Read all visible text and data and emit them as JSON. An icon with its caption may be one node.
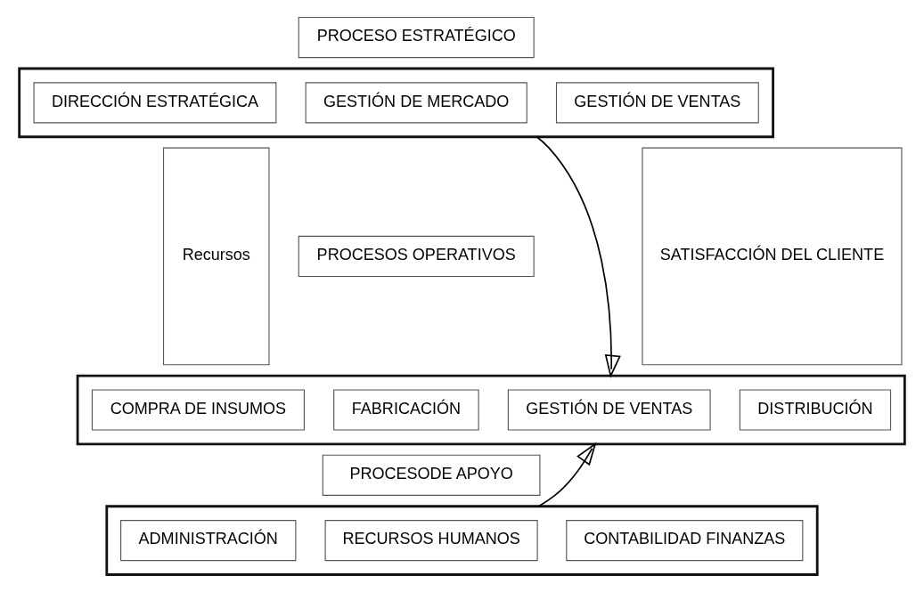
{
  "diagram": {
    "nodes": [
      {
        "text": [
          "Recursos"
        ]
      },
      {
        "text": [
          "PROCESO ESTRATÉGICO"
        ]
      },
      {
        "text": [],
        "shape": "box"
      },
      {
        "text": [
          "DIRECCIÓN ESTRATÉGICA"
        ],
        "in": 2
      },
      {
        "text": [
          "GESTIÓN DE MERCADO"
        ],
        "in": 2
      },
      {
        "text": [
          "GESTIÓN DE VENTAS"
        ],
        "in": 2
      },
      {
        "text": [
          "PROCESOS OPERATIVOS"
        ]
      },
      {
        "text": [],
        "shape": "box"
      },
      {
        "text": [
          "COMPRA DE INSUMOS"
        ],
        "in": 7
      },
      {
        "text": [
          "FABRICACIÓN"
        ],
        "in": 7
      },
      {
        "text": [
          "GESTIÓN DE VENTAS"
        ],
        "in": 7
      },
      {
        "text": [
          "DISTRIBUCIÓN"
        ],
        "in": 7
      },
      {
        "text": [
          "PROCESODE APOYO"
        ]
      },
      {
        "text": [],
        "shape": "box"
      },
      {
        "text": [
          "ADMINISTRACIÓN"
        ],
        "in": 13
      },
      {
        "text": [
          "RECURSOS HUMANOS"
        ],
        "in": 13
      },
      {
        "text": [
          "CONTABILIDAD FINANZAS"
        ],
        "in": 13
      },
      {
        "text": [
          "SATISFACCIÓN DEL CLIENTE"
        ]
      }
    ],
    "edges": [
      {
        "from": 2,
        "to": 7,
        "arrow": "to"
      },
      {
        "from": 13,
        "to": 7,
        "arrow": "to"
      }
    ]
  }
}
